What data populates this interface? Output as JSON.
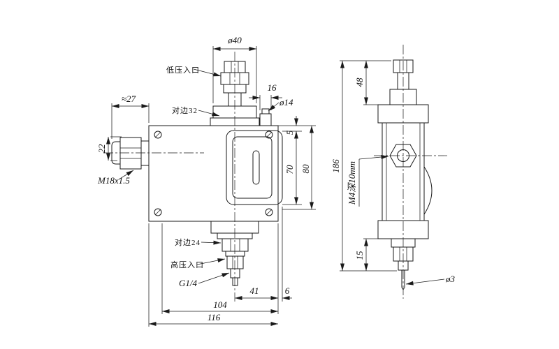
{
  "front_view": {
    "dim_phi40": "ø40",
    "label_low_pressure_port": "低压入口",
    "label_across_flats_32": "对边32",
    "dim_16": "16",
    "dim_phi14": "ø14",
    "dim_approx_27": "≈27",
    "dim_22": "22",
    "label_thread_m18": "M18x1.5",
    "dim_5": "5",
    "dim_70": "70",
    "dim_80": "80",
    "label_across_flats_24": "对边24",
    "label_high_pressure_port": "高压入口",
    "label_thread_g14": "G1/4",
    "dim_41": "41",
    "dim_6": "6",
    "dim_104": "104",
    "dim_116": "116"
  },
  "side_view": {
    "dim_48": "48",
    "dim_186": "186",
    "label_thread_m4": "M4深10mm",
    "dim_15": "15",
    "dim_phi3": "ø3"
  }
}
